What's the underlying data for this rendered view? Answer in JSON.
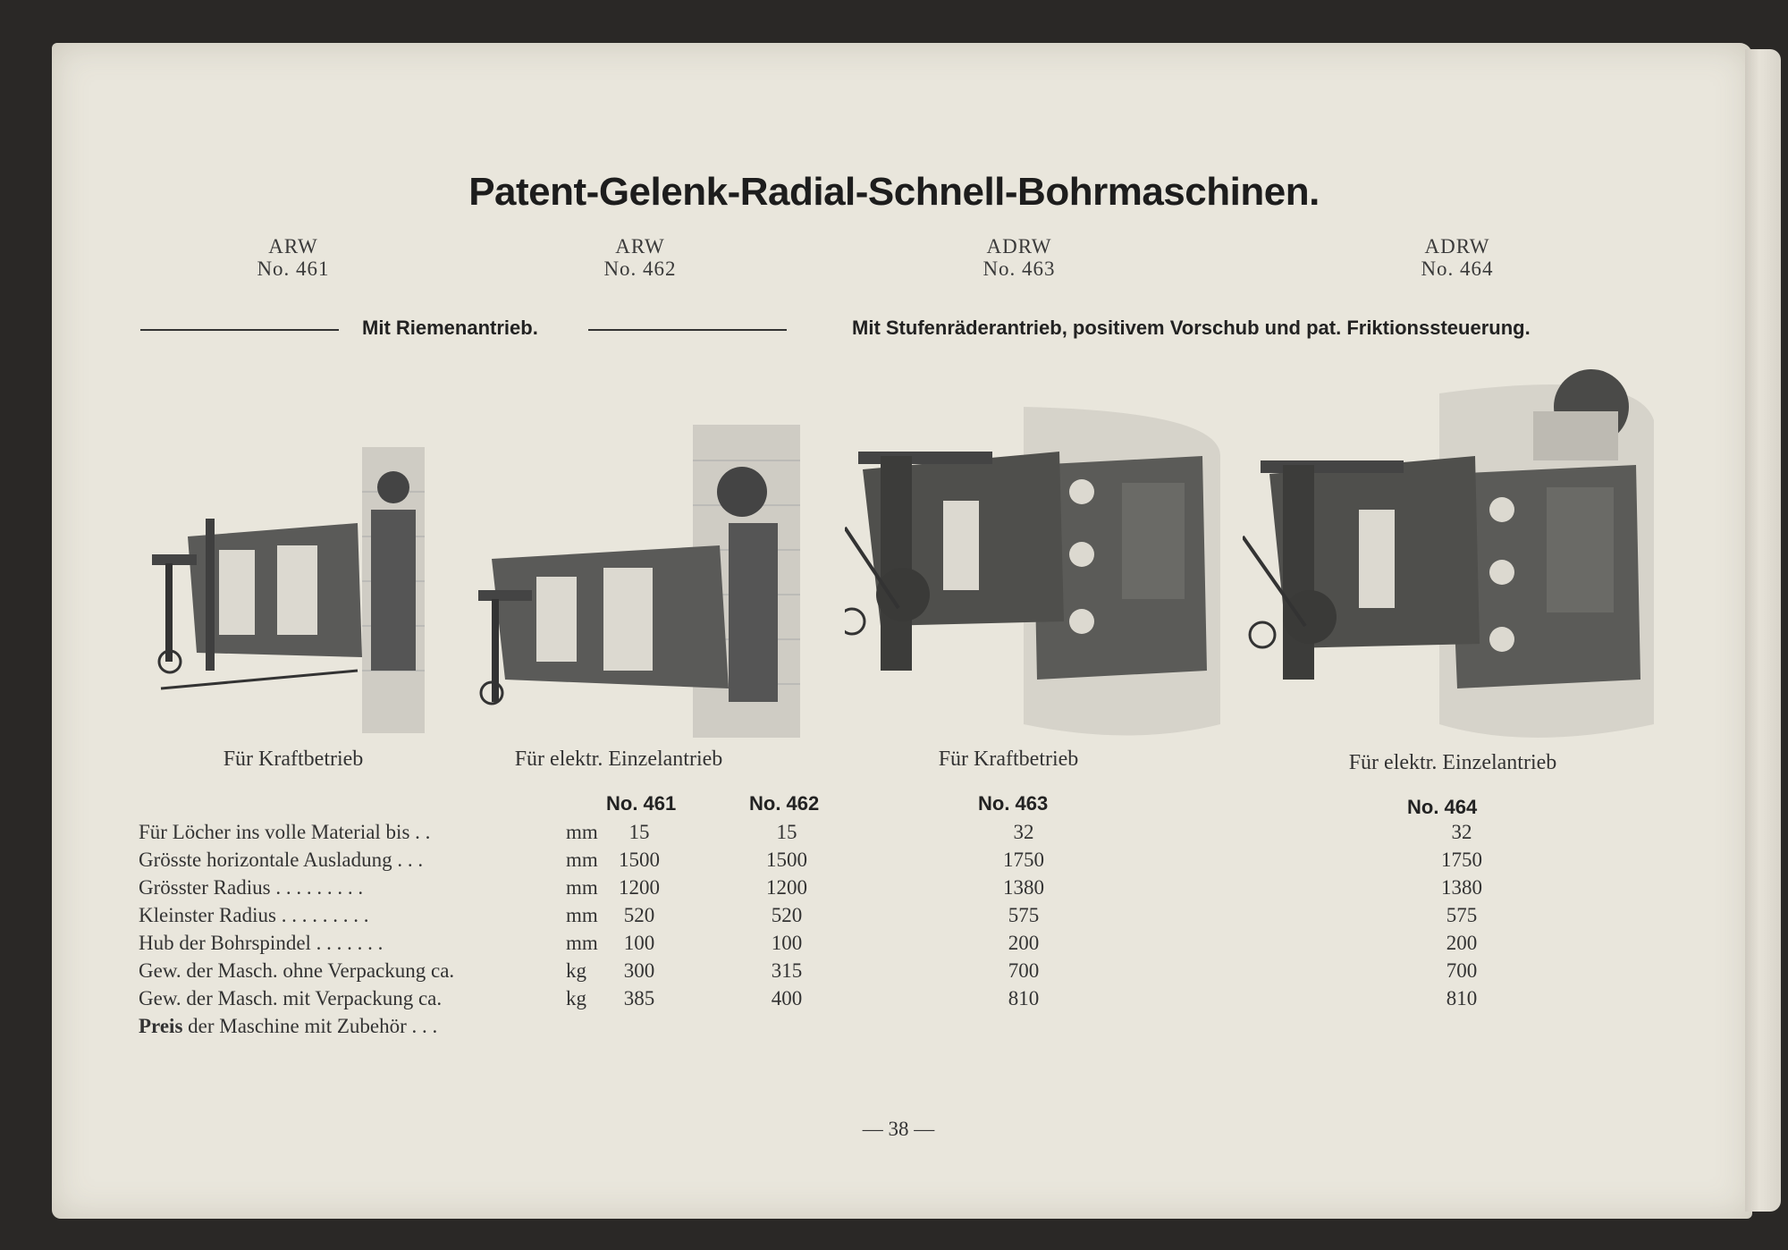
{
  "title": "Patent-Gelenk-Radial-Schnell-Bohrmaschinen.",
  "models": [
    {
      "series": "ARW",
      "number": "No. 461"
    },
    {
      "series": "ARW",
      "number": "No. 462"
    },
    {
      "series": "ADRW",
      "number": "No. 463"
    },
    {
      "series": "ADRW",
      "number": "No. 464"
    }
  ],
  "drive_left": "Mit Riemenantrieb.",
  "drive_right": "Mit Stufenräderantrieb, positivem Vorschub und pat. Friktionssteuerung.",
  "captions": [
    "Für Kraftbetrieb",
    "Für elektr. Einzelantrieb",
    "Für Kraftbetrieb",
    "Für elektr. Einzelantrieb"
  ],
  "table": {
    "headers": [
      "No. 461",
      "No. 462",
      "No. 463",
      "No. 464"
    ],
    "rows": [
      {
        "label": "Für Löcher ins volle Material bis . .",
        "unit": "mm",
        "values": [
          "15",
          "15",
          "32",
          "32"
        ]
      },
      {
        "label": "Grösste horizontale Ausladung . . .",
        "unit": "mm",
        "values": [
          "1500",
          "1500",
          "1750",
          "1750"
        ]
      },
      {
        "label": "Grösster Radius . . . . . . . . .",
        "unit": "mm",
        "values": [
          "1200",
          "1200",
          "1380",
          "1380"
        ]
      },
      {
        "label": "Kleinster Radius . . . . . . . . .",
        "unit": "mm",
        "values": [
          "520",
          "520",
          "575",
          "575"
        ]
      },
      {
        "label": "Hub der Bohrspindel . . . . . . .",
        "unit": "mm",
        "values": [
          "100",
          "100",
          "200",
          "200"
        ]
      },
      {
        "label": "Gew. der Masch. ohne Verpackung ca.",
        "unit": "kg",
        "values": [
          "300",
          "315",
          "700",
          "700"
        ]
      },
      {
        "label": "Gew. der Masch. mit Verpackung ca.",
        "unit": "kg",
        "values": [
          "385",
          "400",
          "810",
          "810"
        ]
      }
    ],
    "price_label_bold": "Preis",
    "price_label_rest": "der Maschine mit Zubehör . . ."
  },
  "page_number": "— 38 —"
}
